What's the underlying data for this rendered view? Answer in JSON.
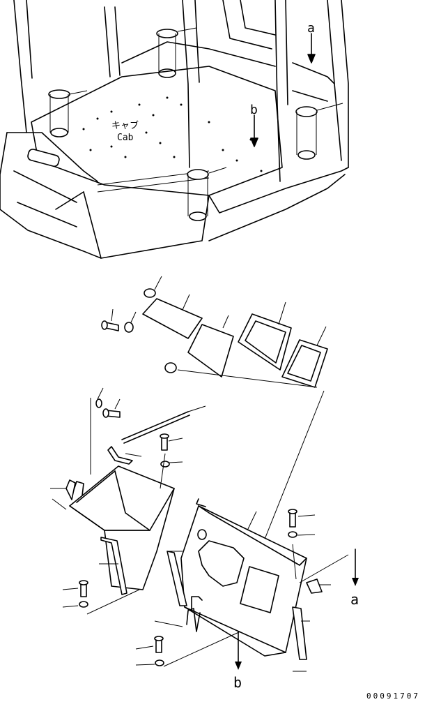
{
  "diagram": {
    "cab_label_jp": "キャブ",
    "cab_label_en": "Cab",
    "ref_a_top": "a",
    "ref_b_top": "b",
    "ref_a_bottom": "a",
    "ref_b_bottom": "b",
    "drawing_number": "00091707"
  }
}
